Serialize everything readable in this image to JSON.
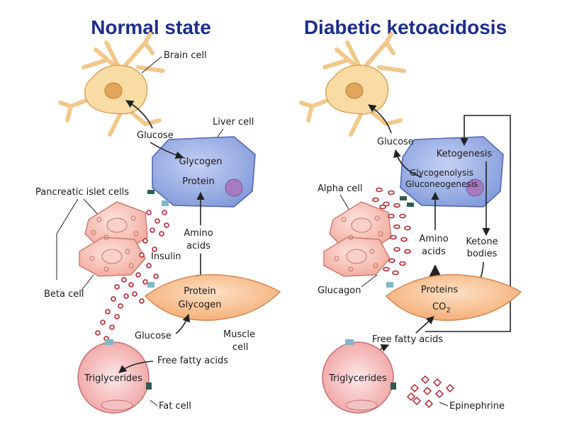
{
  "panels": {
    "normal": {
      "title": "Normal state",
      "brain_cell": "Brain cell",
      "liver_cell": "Liver cell",
      "glucose_top": "Glucose",
      "glycogen": "Glycogen",
      "protein": "Protein",
      "pancreatic_islet_cells": "Pancreatic islet cells",
      "insulin": "Insulin",
      "amino": "Amino",
      "acids": "acids",
      "beta_cell": "Beta cell",
      "muscle_protein": "Protein",
      "muscle_glycogen": "Glycogen",
      "glucose_bottom": "Glucose",
      "muscle": "Muscle",
      "cell": "cell",
      "free_fatty_acids": "Free fatty acids",
      "triglycerides": "Triglycerides",
      "fat_cell": "Fat cell"
    },
    "dka": {
      "title": "Diabetic ketoacidosis",
      "glucose": "Glucose",
      "ketogenesis": "Ketogenesis",
      "glycogenolysis": "Glycogenolysis",
      "gluconeogenesis": "Gluconeogenesis",
      "alpha_cell": "Alpha cell",
      "amino": "Amino",
      "acids": "acids",
      "ketone": "Ketone",
      "bodies": "bodies",
      "glucagon": "Glucagon",
      "proteins": "Proteins",
      "co2_base": "CO",
      "co2_sub": "2",
      "free_fatty_acids": "Free fatty acids",
      "triglycerides": "Triglycerides",
      "epinephrine": "Epinephrine"
    }
  },
  "colors": {
    "title": "#1d2d8c",
    "neuron_fill": "#f9dca4",
    "neuron_stroke": "#d9a45a",
    "liver_fill": "#8fa6e0",
    "liver_stroke": "#4d63b3",
    "muscle_fill": "#f6b98a",
    "islet_fill": "#f6b8ae",
    "granule_stroke": "#b3232e",
    "fat_fill": "#f4b3b3",
    "receptor_teal": "#7fb8c7",
    "receptor_dark": "#2b5d52"
  }
}
